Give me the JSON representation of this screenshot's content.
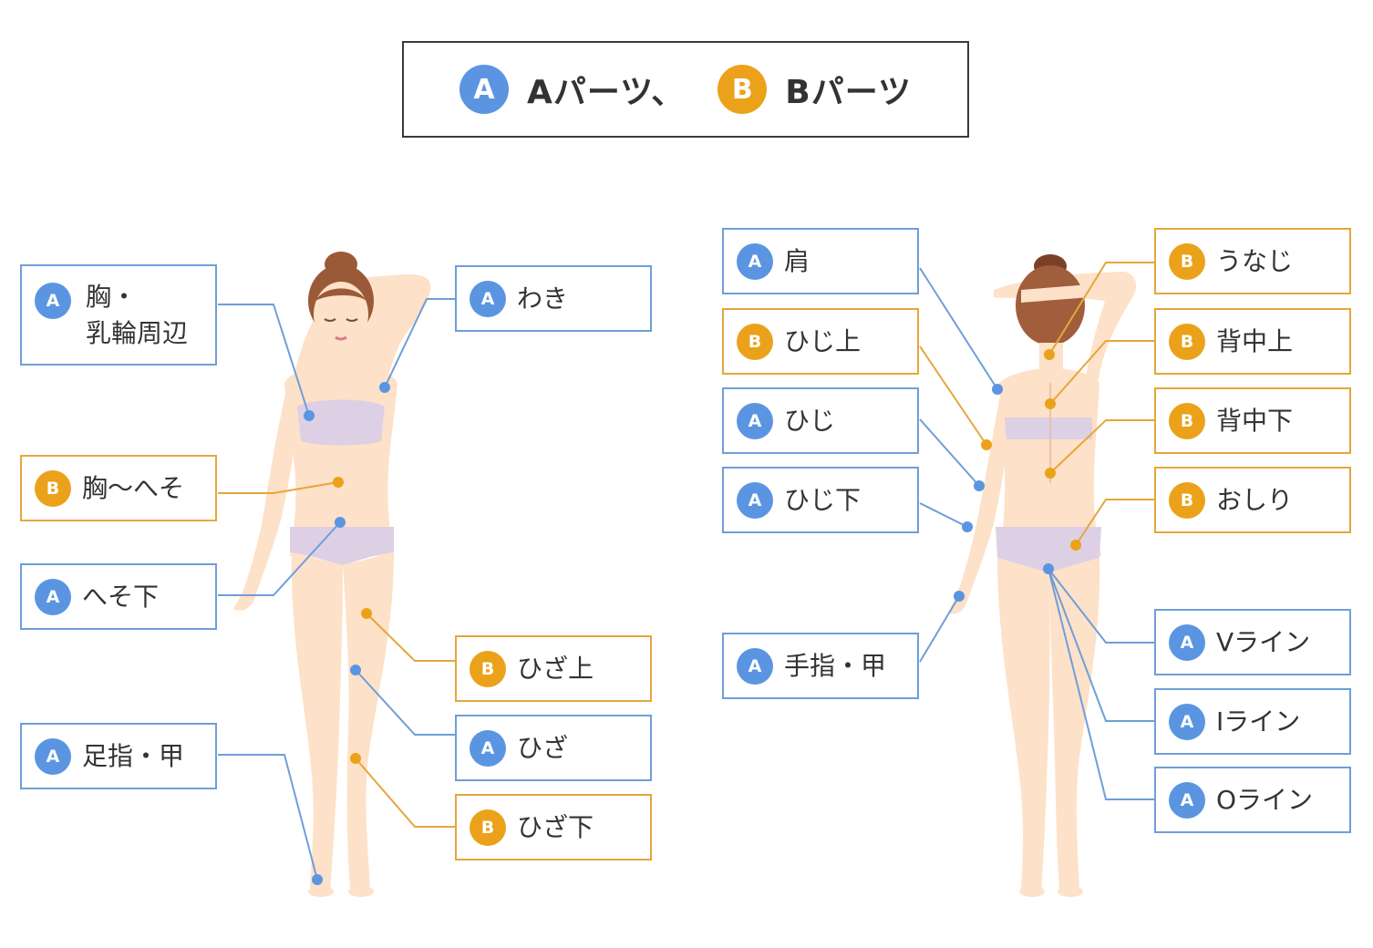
{
  "legend": {
    "a_badge": "A",
    "a_text": "Aパーツ、",
    "b_badge": "B",
    "b_text": "Bパーツ"
  },
  "front_labels": [
    {
      "badge": "A",
      "line1": "胸・",
      "line2": "乳輪周辺"
    },
    {
      "badge": "A",
      "text": "わき"
    },
    {
      "badge": "B",
      "text": "胸～へそ"
    },
    {
      "badge": "A",
      "text": "へそ下"
    },
    {
      "badge": "B",
      "text": "ひざ上"
    },
    {
      "badge": "A",
      "text": "ひざ"
    },
    {
      "badge": "B",
      "text": "ひざ下"
    },
    {
      "badge": "A",
      "text": "足指・甲"
    }
  ],
  "back_labels": [
    {
      "badge": "A",
      "text": "肩"
    },
    {
      "badge": "B",
      "text": "ひじ上"
    },
    {
      "badge": "A",
      "text": "ひじ"
    },
    {
      "badge": "A",
      "text": "ひじ下"
    },
    {
      "badge": "A",
      "text": "手指・甲"
    },
    {
      "badge": "B",
      "text": "うなじ"
    },
    {
      "badge": "B",
      "text": "背中上"
    },
    {
      "badge": "B",
      "text": "背中下"
    },
    {
      "badge": "B",
      "text": "おしり"
    },
    {
      "badge": "A",
      "text": "Vライン"
    },
    {
      "badge": "A",
      "text": "Iライン"
    },
    {
      "badge": "A",
      "text": "Oライン"
    }
  ],
  "colors": {
    "a": "#5b95e2",
    "b": "#eba21a",
    "skin": "#fde1c8",
    "underwear": "#ddd0e4",
    "hair": "#9a5a37"
  }
}
